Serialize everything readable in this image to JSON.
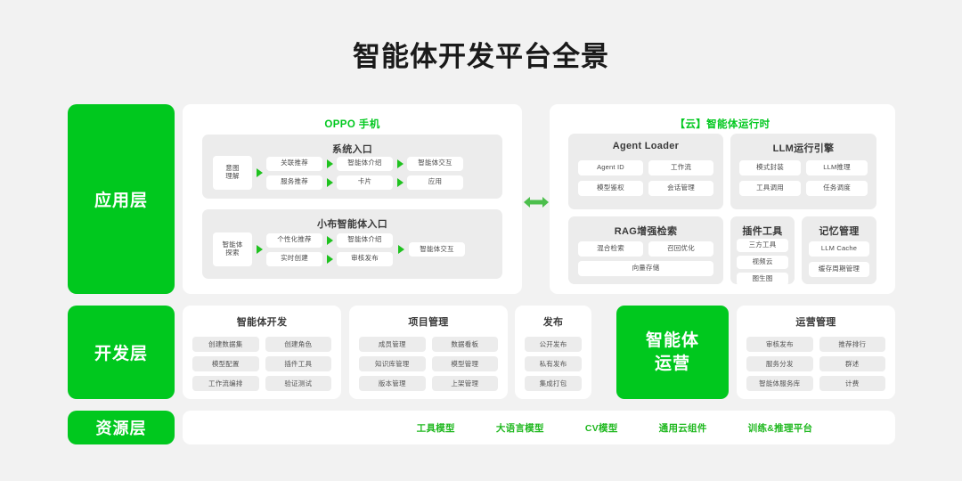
{
  "page": {
    "title": "智能体开发平台全景",
    "background": "#f2f2f2",
    "accent": "#00c81e"
  },
  "layers": [
    {
      "key": "app",
      "label": "应用层"
    },
    {
      "key": "dev",
      "label": "开发层"
    },
    {
      "key": "res",
      "label": "资源层"
    }
  ],
  "phone_panel": {
    "title": "OPPO 手机",
    "groups": [
      {
        "title": "系统入口",
        "start": "意图\n理解",
        "start_line1": "意图",
        "start_line2": "理解",
        "columns": [
          {
            "top": "关联推荐",
            "bottom": "服务推荐"
          },
          {
            "top": "智能体介绍",
            "bottom": "卡片"
          },
          {
            "top": "智能体交互",
            "bottom": "应用"
          }
        ]
      },
      {
        "title": "小布智能体入口",
        "start_line1": "智能体",
        "start_line2": "探索",
        "columns": [
          {
            "top": "个性化推荐",
            "bottom": "实时创建"
          },
          {
            "top": "智能体介绍",
            "bottom": "审核发布"
          }
        ],
        "end": "智能体交互"
      }
    ]
  },
  "cloud_panel": {
    "title": "【云】智能体运行时",
    "groups": [
      {
        "title": "Agent Loader",
        "items": [
          "Agent ID",
          "工作流",
          "模型鉴权",
          "会话管理"
        ]
      },
      {
        "title": "LLM运行引擎",
        "items": [
          "模式封装",
          "LLM推理",
          "工具调用",
          "任务调度"
        ]
      },
      {
        "title": "RAG增强检索",
        "items": [
          "混合检索",
          "召回优化"
        ],
        "wide_item": "向量存储"
      },
      {
        "title": "插件工具",
        "items": [
          "三方工具",
          "视频云",
          "图生图"
        ]
      },
      {
        "title": "记忆管理",
        "items": [
          "LLM Cache",
          "缓存周期管理"
        ]
      }
    ]
  },
  "dev_layer": {
    "cards": [
      {
        "title": "智能体开发",
        "items": [
          "创建数据集",
          "创建角色",
          "模型配置",
          "插件工具",
          "工作流编排",
          "验证测试"
        ]
      },
      {
        "title": "项目管理",
        "items": [
          "成员管理",
          "数据看板",
          "知识库管理",
          "模型管理",
          "版本管理",
          "上架管理"
        ]
      },
      {
        "title": "发布",
        "items": [
          "公开发布",
          "私有发布",
          "集成打包"
        ]
      },
      {
        "title": "运营管理",
        "items": [
          "审核发布",
          "推荐排行",
          "服务分发",
          "群述",
          "智能体服务库",
          "计费"
        ]
      }
    ],
    "highlight": {
      "line1": "智能体",
      "line2": "运营"
    }
  },
  "resource_layer": {
    "items": [
      "工具模型",
      "大语言模型",
      "CV模型",
      "通用云组件",
      "训练&推理平台"
    ]
  },
  "connector": {
    "icon": "double-arrow-icon"
  }
}
